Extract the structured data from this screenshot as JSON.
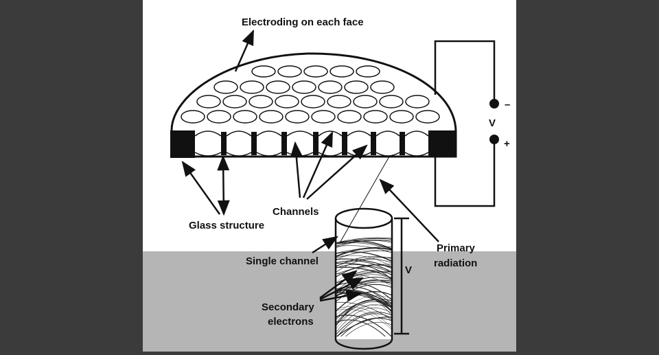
{
  "labels": {
    "electroding": "Electroding on each face",
    "channels": "Channels",
    "glass_structure": "Glass structure",
    "single_channel": "Single channel",
    "primary_radiation_line1": "Primary",
    "primary_radiation_line2": "radiation",
    "secondary_electrons_line1": "Secondary",
    "secondary_electrons_line2": "electrons",
    "voltage_circuit": "V",
    "voltage_channel": "V",
    "minus": "–",
    "plus": "+"
  },
  "colors": {
    "page_background": "#3b3b3b",
    "diagram_background": "#ffffff",
    "gray_panel": "#b5b5b5",
    "ink": "#111111"
  }
}
